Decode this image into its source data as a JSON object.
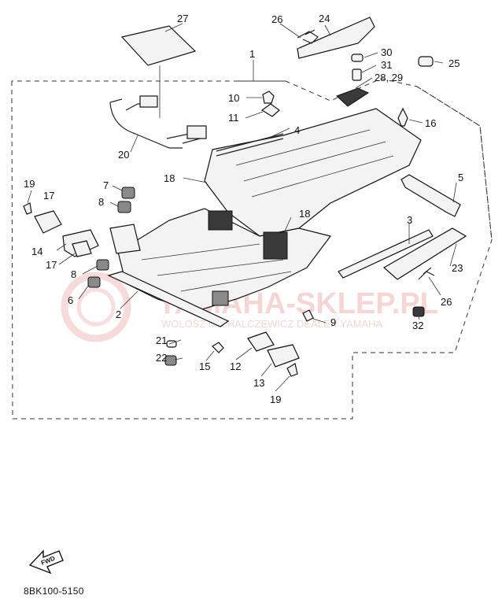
{
  "callouts": {
    "c1": "1",
    "c2": "2",
    "c3": "3",
    "c4": "4",
    "c5": "5",
    "c6": "6",
    "c7": "7",
    "c8a": "8",
    "c8b": "8",
    "c9": "9",
    "c10": "10",
    "c11": "11",
    "c12": "12",
    "c13": "13",
    "c14": "14",
    "c15": "15",
    "c16": "16",
    "c17a": "17",
    "c17b": "17",
    "c18a": "18",
    "c18b": "18",
    "c19a": "19",
    "c19b": "19",
    "c20": "20",
    "c21": "21",
    "c22": "22",
    "c23": "23",
    "c24": "24",
    "c25": "25",
    "c26a": "26",
    "c26b": "26",
    "c27": "27",
    "c28": "28, 29",
    "c30": "30",
    "c31": "31",
    "c32": "32"
  },
  "fwd_label": "FWD",
  "diagram_code": "8BK100-5150",
  "watermark": {
    "main": "YAMAHA-SKLEP.PL",
    "sub": "WOLOSZ MICHALCZEWICZ DEALER YAMAHA",
    "color": "#e06a6a"
  }
}
